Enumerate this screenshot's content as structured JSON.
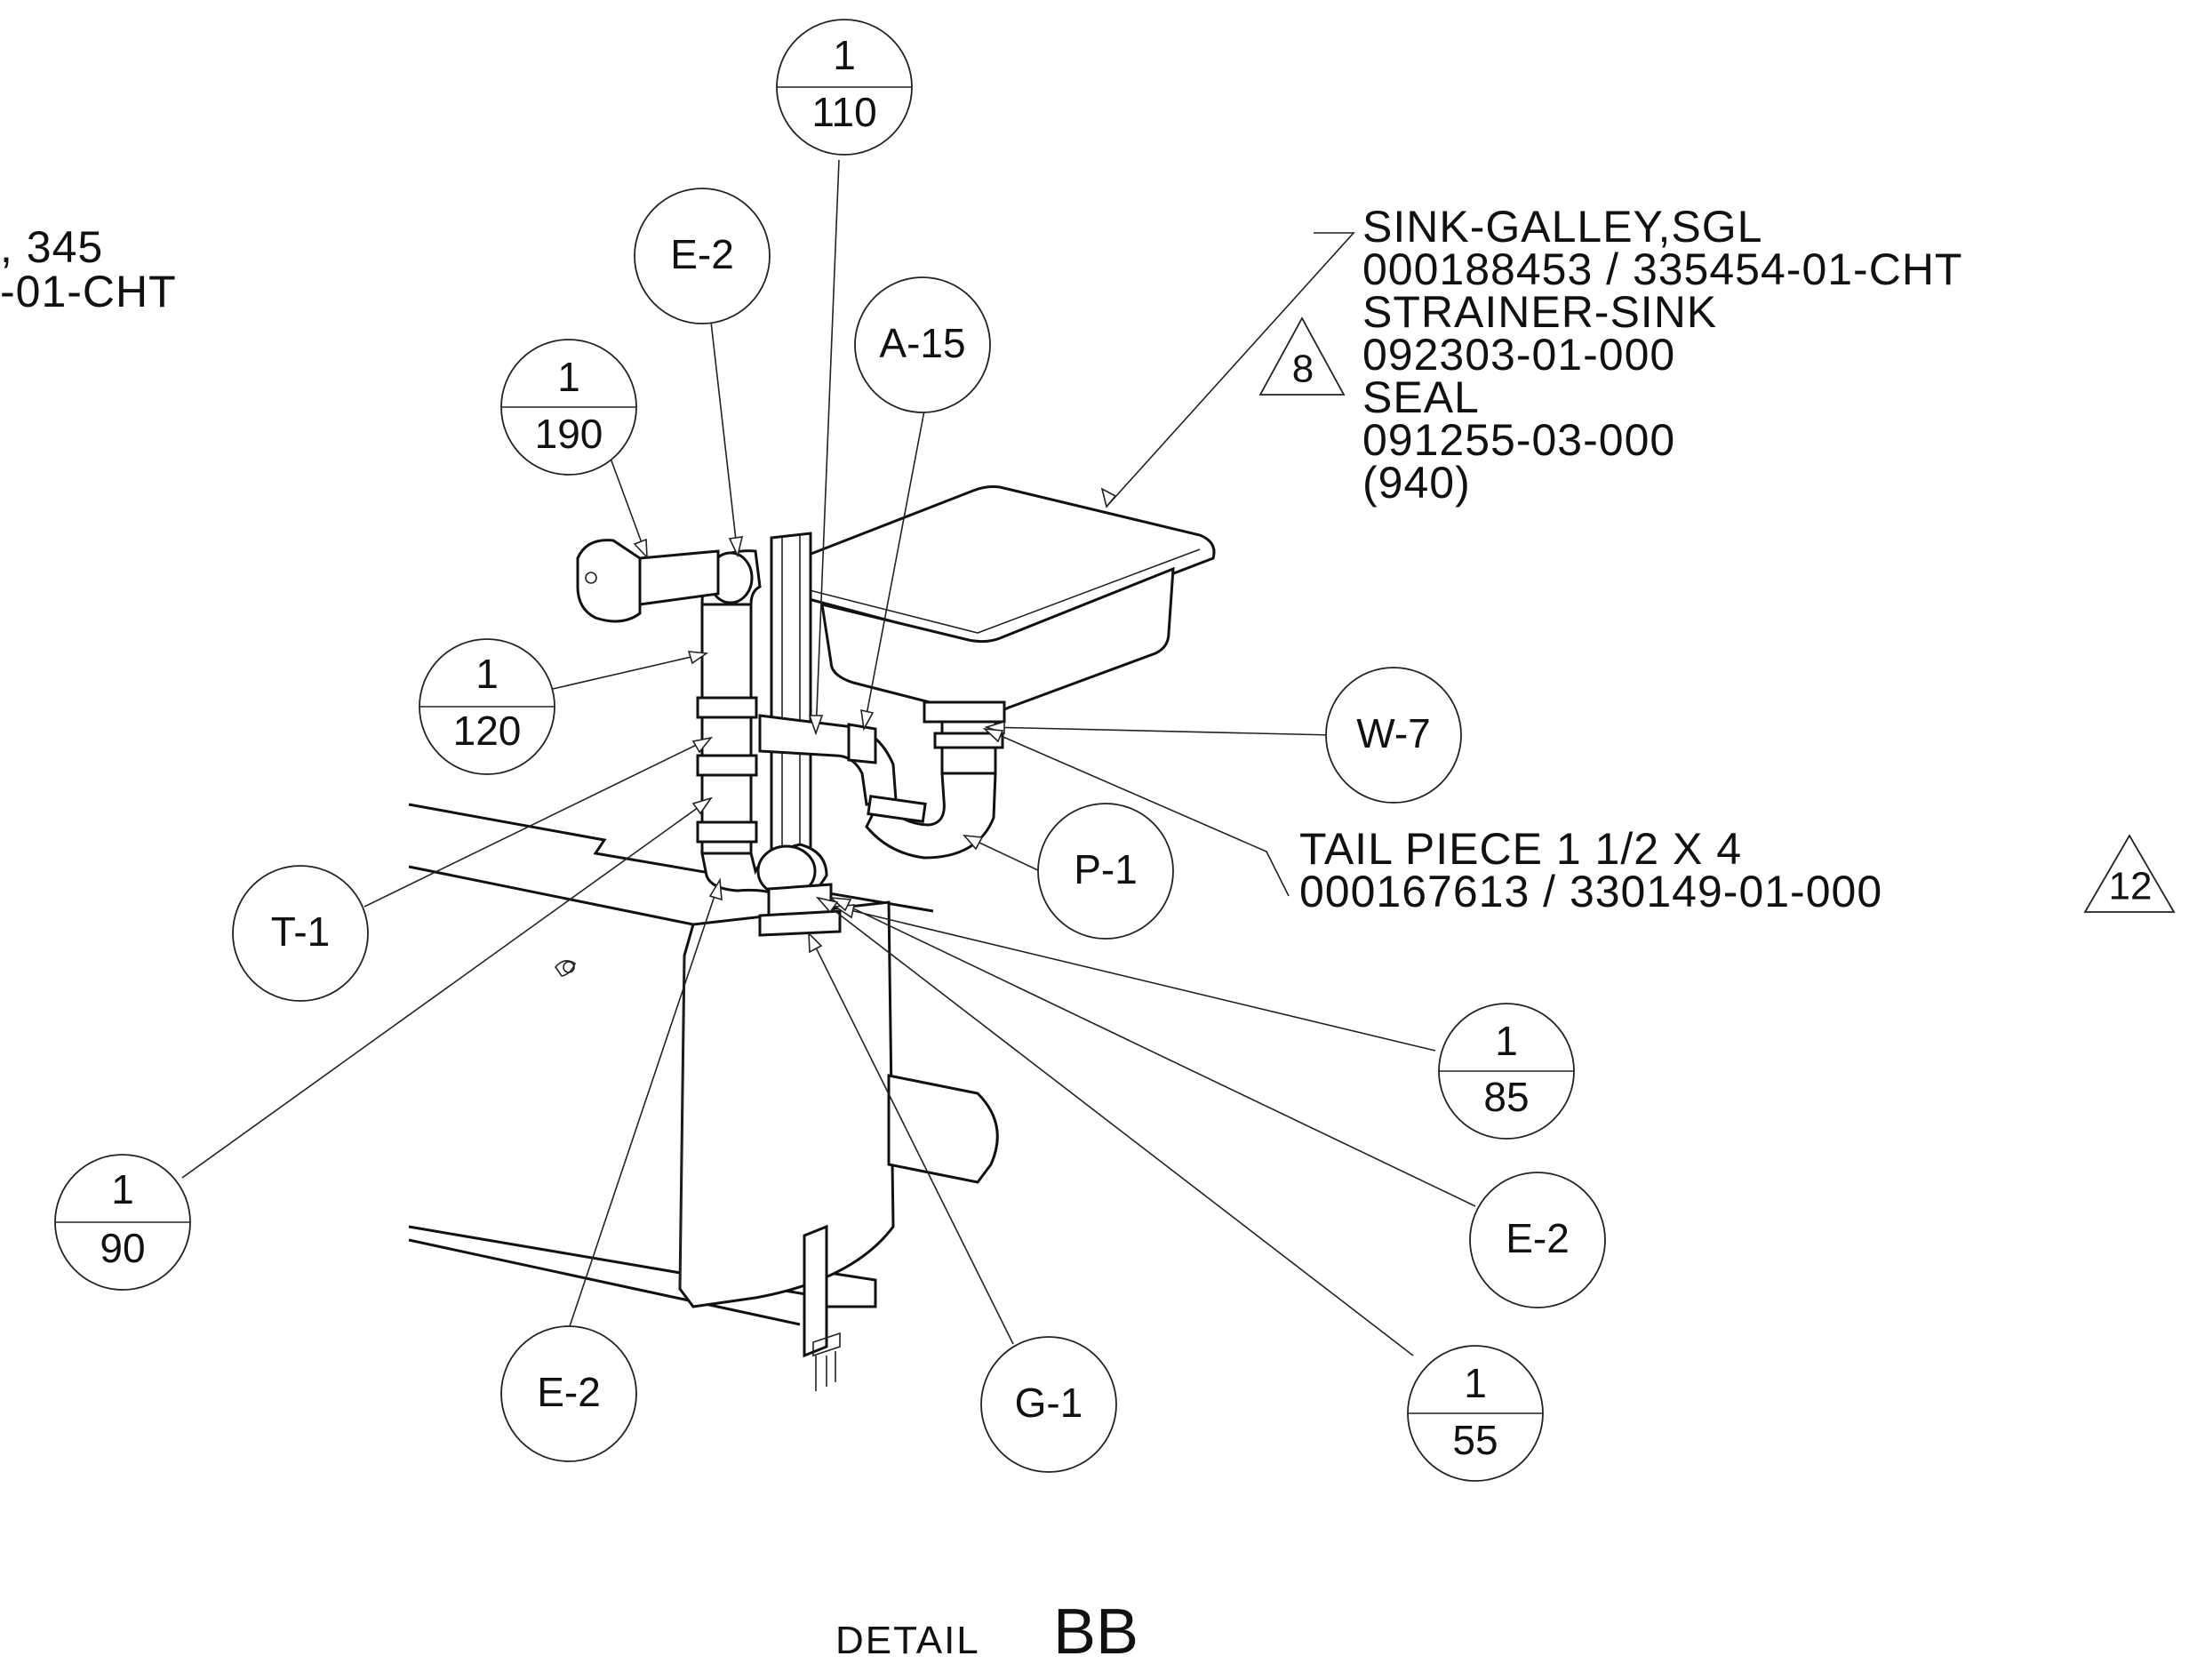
{
  "partial_note": {
    "line1": ", 345",
    "line2": "-01-CHT"
  },
  "sink_note": {
    "lines": [
      "SINK-GALLEY,SGL",
      "000188453 / 335454-01-CHT",
      "STRAINER-SINK",
      "092303-01-000",
      "SEAL",
      "091255-03-000",
      "(940)"
    ],
    "revision_flag": "8"
  },
  "tailpiece_note": {
    "lines": [
      "TAIL PIECE 1 1/2 X 4",
      "000167613 / 330149-01-000"
    ],
    "revision_flag": "12"
  },
  "balloons": {
    "b_1_110": {
      "top": "1",
      "bottom": "110"
    },
    "b_e2_top": {
      "label": "E-2"
    },
    "b_a15": {
      "label": "A-15"
    },
    "b_1_190": {
      "top": "1",
      "bottom": "190"
    },
    "b_1_120": {
      "top": "1",
      "bottom": "120"
    },
    "b_w7": {
      "label": "W-7"
    },
    "b_p1": {
      "label": "P-1"
    },
    "b_t1": {
      "label": "T-1"
    },
    "b_1_85": {
      "top": "1",
      "bottom": "85"
    },
    "b_1_90": {
      "top": "1",
      "bottom": "90"
    },
    "b_e2_right": {
      "label": "E-2"
    },
    "b_e2_bottom": {
      "label": "E-2"
    },
    "b_g1": {
      "label": "G-1"
    },
    "b_1_55": {
      "top": "1",
      "bottom": "55"
    }
  },
  "detail_title": {
    "prefix": "DETAIL",
    "name": "BB"
  }
}
